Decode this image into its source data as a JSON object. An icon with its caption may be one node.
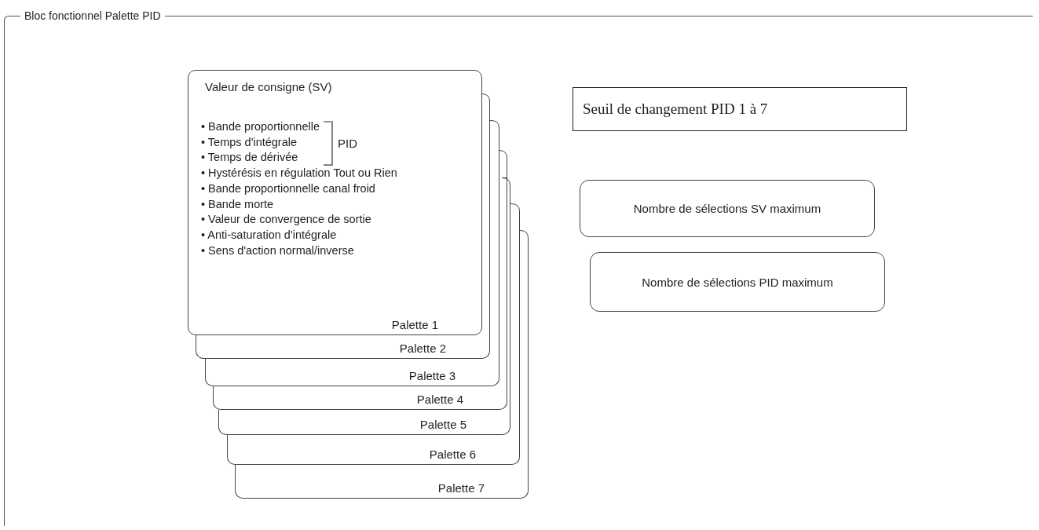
{
  "diagram": {
    "nodes": [
      {
        "text": [
          "Bloc fonctionnel Palette PID"
        ]
      },
      {
        "text": [
          "Valeur de consigne (SV)",
          "• Bande proportionnelle",
          "• Temps d'intégrale",
          "• Temps de dérivée",
          "PID",
          "• Hystérésis en régulation Tout ou Rien",
          "• Bande proportionnelle canal froid",
          "• Bande morte",
          "• Valeur de convergence de sortie",
          "• Anti-saturation d'intégrale",
          "• Sens d'action normal/inverse",
          "Palette 1"
        ],
        "in": 0
      },
      {
        "text": [
          "Palette 2"
        ],
        "in": 0
      },
      {
        "text": [
          "Palette 3"
        ],
        "in": 0
      },
      {
        "text": [
          "Palette 4"
        ],
        "in": 0
      },
      {
        "text": [
          "Palette 5"
        ],
        "in": 0
      },
      {
        "text": [
          "Palette 6"
        ],
        "in": 0
      },
      {
        "text": [
          "Palette 7"
        ],
        "in": 0
      },
      {
        "text": [
          "Seuil de changement PID 1 à 7"
        ],
        "in": 0
      },
      {
        "text": [
          "Nombre de sélections SV maximum"
        ],
        "in": 0
      },
      {
        "text": [
          "Nombre de sélections PID maximum"
        ],
        "in": 0
      }
    ],
    "edges": []
  }
}
